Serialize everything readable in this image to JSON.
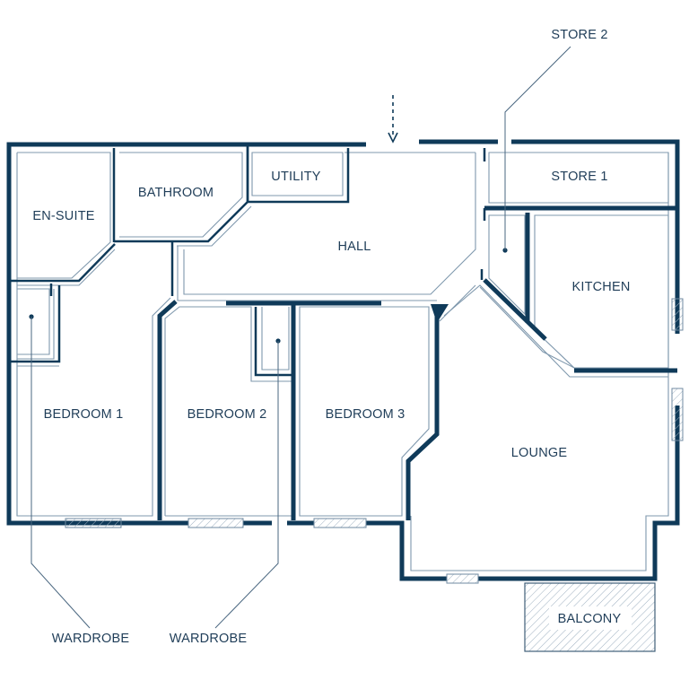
{
  "rooms": {
    "en_suite": "EN-SUITE",
    "bathroom": "BATHROOM",
    "utility": "UTILITY",
    "hall": "HALL",
    "store_1": "STORE 1",
    "store_2": "STORE 2",
    "kitchen": "KITCHEN",
    "bedroom_1": "BEDROOM 1",
    "bedroom_2": "BEDROOM 2",
    "bedroom_3": "BEDROOM 3",
    "lounge": "LOUNGE",
    "balcony": "BALCONY"
  },
  "callouts": {
    "wardrobe_1": "WARDROBE",
    "wardrobe_2": "WARDROBE"
  },
  "colors": {
    "wall": "#0f3a59",
    "text": "#1f3d58",
    "inner_line": "#7f98ad"
  },
  "icons": {
    "entrance": "dashed-arrow-down"
  }
}
